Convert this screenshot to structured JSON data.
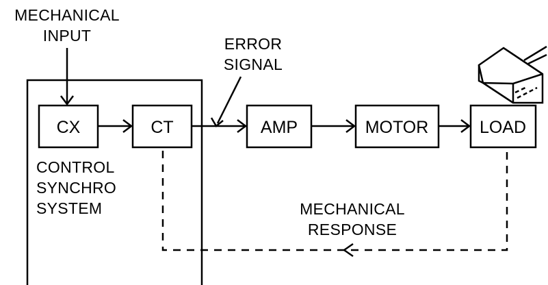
{
  "labels": {
    "mechanical_input": [
      "MECHANICAL",
      "INPUT"
    ],
    "error_signal": [
      "ERROR",
      "SIGNAL"
    ],
    "control_synchro_system": [
      "CONTROL",
      "SYNCHRO",
      "SYSTEM"
    ],
    "mechanical_response": [
      "MECHANICAL",
      "RESPONSE"
    ]
  },
  "blocks": {
    "cx": "CX",
    "ct": "CT",
    "amp": "AMP",
    "motor": "MOTOR",
    "load": "LOAD"
  },
  "colors": {
    "line": "#000000",
    "background": "#ffffff"
  }
}
